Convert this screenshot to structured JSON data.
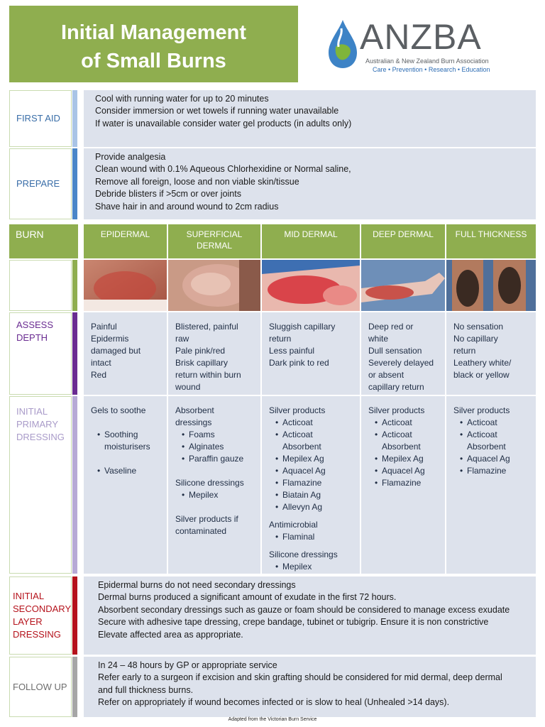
{
  "header": {
    "title_line1": "Initial Management",
    "title_line2": "of Small Burns",
    "logo_word": "ANZBA",
    "logo_subtitle": "Australian & New Zealand Burn Association",
    "logo_tagline": "Care  •  Prevention  •  Research  •  Education"
  },
  "first_aid": {
    "label": "FIRST AID",
    "lines": [
      "Cool with running water for up to 20 minutes",
      "Consider immersion or wet towels if running water unavailable",
      "If water is unavailable consider water gel products (in adults only)"
    ]
  },
  "prepare": {
    "label": "PREPARE",
    "lines": [
      "Provide analgesia",
      "Clean wound with 0.1% Aqueous Chlorhexidine or Normal saline,",
      "Remove all foreign, loose and non viable skin/tissue",
      "Debride blisters if  >5cm or over joints",
      "Shave hair in and around wound to 2cm radius"
    ]
  },
  "burn": {
    "label": "BURN",
    "columns": [
      [
        "EPIDERMAL"
      ],
      [
        "SUPERFICIAL",
        "DERMAL"
      ],
      [
        "MID DERMAL"
      ],
      [
        "DEEP DERMAL"
      ],
      [
        "FULL THICKNESS"
      ]
    ]
  },
  "assess": {
    "label_lines": [
      "ASSESS",
      "DEPTH"
    ],
    "cells": [
      [
        "Painful",
        "Epidermis",
        "damaged but",
        "intact",
        "Red"
      ],
      [
        "Blistered, painful",
        "raw",
        "Pale pink/red",
        "Brisk capillary",
        "return within burn",
        "wound"
      ],
      [
        "Sluggish capillary",
        "return",
        "Less painful",
        "Dark pink to red"
      ],
      [
        "Deep red or",
        "white",
        "Dull sensation",
        "Severely delayed",
        "or absent",
        "capillary return"
      ],
      [
        "No sensation",
        "No capillary",
        "return",
        "Leathery white/",
        "black or yellow"
      ]
    ]
  },
  "dressing": {
    "label_lines": [
      "INITIAL",
      "PRIMARY",
      "DRESSING"
    ],
    "epidermal": {
      "head": "Gels to soothe",
      "items": [
        "Soothing",
        "moisturisers",
        "Vaseline"
      ]
    },
    "superficial": {
      "head1": "Absorbent",
      "head2": "dressings",
      "items": [
        "Foams",
        "Alginates",
        "Paraffin gauze"
      ],
      "sub_head": "Silicone dressings",
      "sub_items": [
        "Mepilex"
      ],
      "tail1": "Silver products if",
      "tail2": "contaminated"
    },
    "mid": {
      "head": "Silver products",
      "items": [
        "Acticoat",
        "Acticoat",
        "Absorbent",
        "Mepilex Ag",
        "Aquacel Ag",
        "Flamazine",
        "Biatain Ag",
        "Allevyn Ag"
      ],
      "anti_head": "Antimicrobial",
      "anti_items": [
        "Flaminal"
      ],
      "sil_head": "Silicone dressings",
      "sil_items": [
        "Mepilex"
      ]
    },
    "deep": {
      "head": "Silver products",
      "items": [
        "Acticoat",
        "Acticoat",
        "Absorbent",
        "Mepilex Ag",
        "Aquacel Ag",
        "Flamazine"
      ]
    },
    "full": {
      "head": "Silver products",
      "items": [
        "Acticoat",
        "Acticoat",
        "Absorbent",
        "Aquacel Ag",
        "Flamazine"
      ]
    },
    "bullet": "•"
  },
  "secondary": {
    "label_lines": [
      "INITIAL",
      "SECONDARY",
      "LAYER",
      "DRESSING"
    ],
    "lines": [
      "Epidermal burns do not need secondary dressings",
      "Dermal burns produced a significant amount of exudate in the first 72 hours.",
      "Absorbent secondary dressings such as gauze or foam should be considered to manage excess exudate",
      "Secure with adhesive tape dressing, crepe bandage, tubinet or tubigrip. Ensure it is non constrictive",
      "Elevate affected area as appropriate."
    ]
  },
  "follow_up": {
    "label": "FOLLOW UP",
    "lines": [
      "In 24 – 48 hours by GP or appropriate service",
      "Refer early to a surgeon if excision and skin grafting should be considered for mid dermal, deep dermal",
      "and full thickness burns.",
      "Refer on appropriately if wound becomes infected or is slow to heal (Unhealed >14 days)."
    ]
  },
  "footer": "Adapted from the Victorian Burn Service",
  "colors": {
    "green": "#8fae4f",
    "band": "#dde2ec",
    "first_aid_blue": "#3a6ea8",
    "prepare_bar": "#4a86c8",
    "assess_purple": "#6a2c91",
    "dressing_lilac": "#a99bc9",
    "secondary_red": "#b5121b",
    "follow_grey": "#a6a6a6"
  }
}
